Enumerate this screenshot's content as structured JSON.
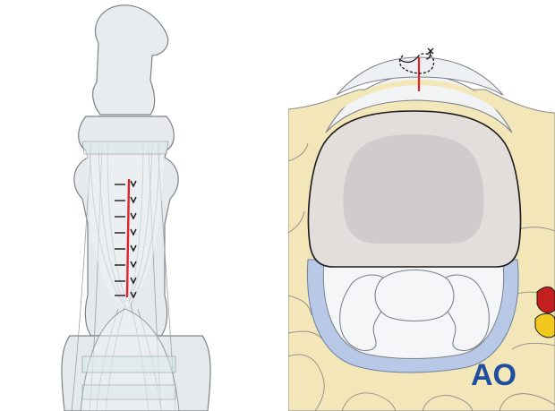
{
  "figure": {
    "left_panel": "dorsal-view-finger-extensor-tendon-repair",
    "right_panel": "cross-section-finger-tendon-suture"
  },
  "logo": {
    "text": "AO",
    "color": "#1f4e9e"
  },
  "colors": {
    "bone": "#e8ecef",
    "bone_outline": "#7d8288",
    "tendon": "#ecf0f2",
    "incision": "#e0232a",
    "stitch": "#1a1a1a",
    "fat": "#f3e6b8",
    "bone_cortex": "#e3dedc",
    "bone_marrow": "#cfcccb",
    "sheath": "#b7c9e6",
    "vessel_red": "#c41f1f",
    "vessel_yellow": "#f2c81e"
  },
  "icons": {
    "suture": "suture-stitch-icon",
    "knot": "knot-icon"
  }
}
